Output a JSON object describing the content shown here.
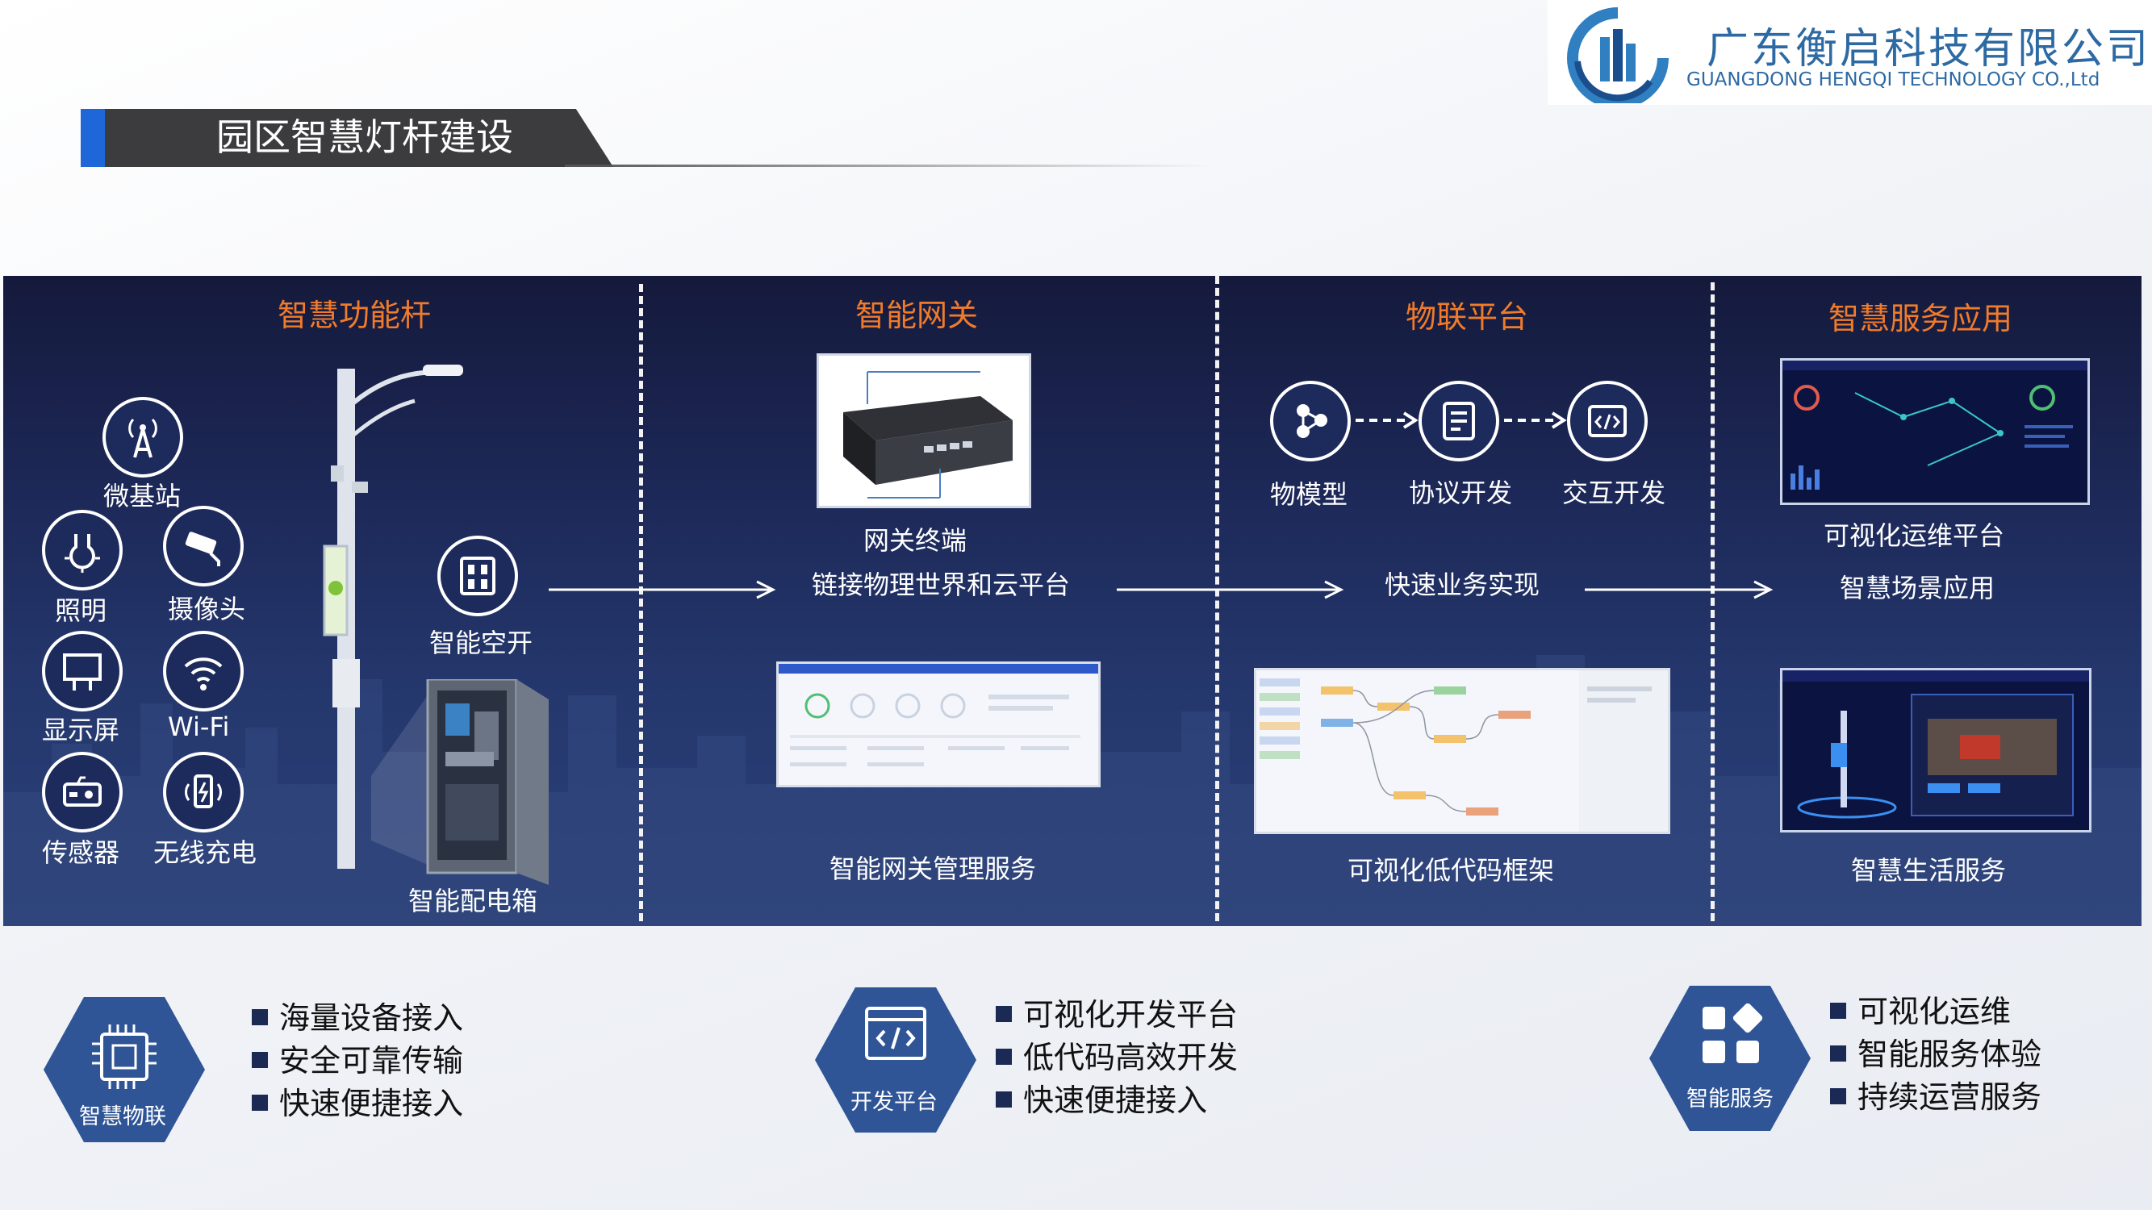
{
  "header": {
    "page_title": "园区智慧灯杆建设",
    "company_cn": "广东衡启科技有限公司",
    "company_en": "GUANGDONG HENGQI TECHNOLOGY CO.,Ltd"
  },
  "sections": {
    "pole": {
      "title": "智慧功能杆",
      "features": [
        "微基站",
        "照明",
        "摄像头",
        "显示屏",
        "Wi-Fi",
        "传感器",
        "无线充电"
      ],
      "breaker_label": "智能空开",
      "cabinet_label": "智能配电箱"
    },
    "gateway": {
      "title": "智能网关",
      "device_label": "网关终端",
      "flow_text": "链接物理世界和云平台",
      "mgmt_label": "智能网关管理服务"
    },
    "iot": {
      "title": "物联平台",
      "steps": [
        "物模型",
        "协议开发",
        "交互开发"
      ],
      "flow_text": "快速业务实现",
      "framework_label": "可视化低代码框架"
    },
    "service": {
      "title": "智慧服务应用",
      "ops_label": "可视化运维平台",
      "scene_label": "智慧场景应用",
      "life_label": "智慧生活服务"
    }
  },
  "bottom": [
    {
      "badge": "智慧物联",
      "items": [
        "海量设备接入",
        "安全可靠传输",
        "快速便捷接入"
      ]
    },
    {
      "badge": "开发平台",
      "items": [
        "可视化开发平台",
        "低代码高效开发",
        "快速便捷接入"
      ]
    },
    {
      "badge": "智能服务",
      "items": [
        "可视化运维",
        "智能服务体验",
        "持续运营服务"
      ]
    }
  ],
  "colors": {
    "panel_bg": "#1d2959",
    "section_title": "#f07b2a",
    "accent_blue": "#1f66d8",
    "hex_badge": "#2f5597",
    "company": "#2d6aa3"
  }
}
